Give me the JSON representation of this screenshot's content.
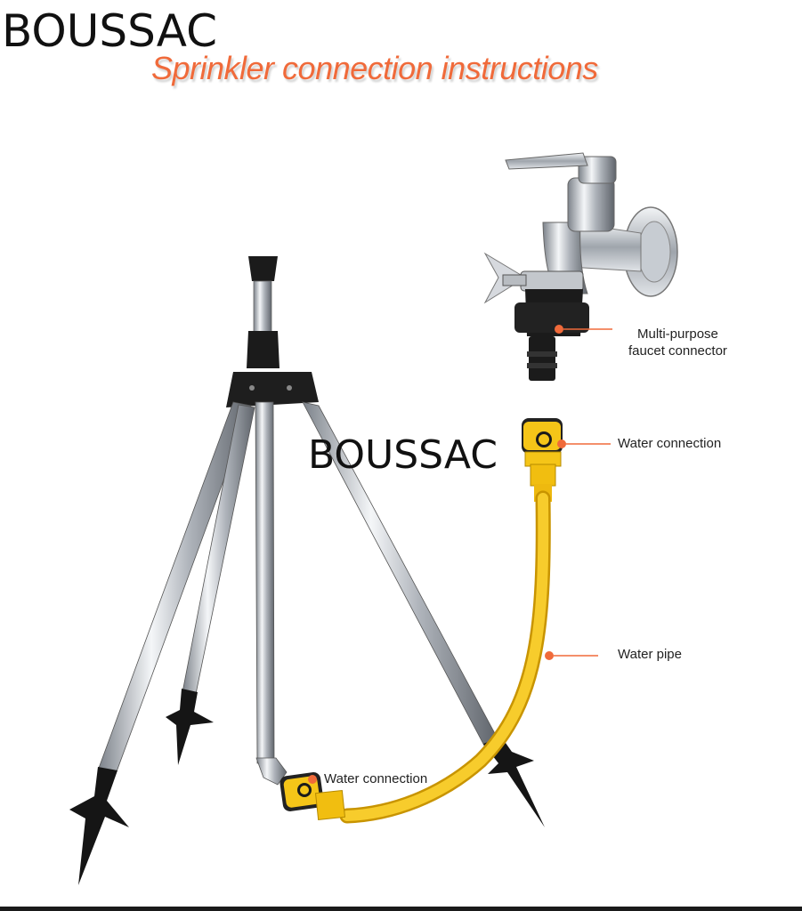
{
  "brand": {
    "name_top": "BOUSSAC",
    "name_watermark": "BOUSSAC"
  },
  "header": {
    "subtitle": "Sprinkler connection instructions"
  },
  "callouts": {
    "faucet_connector_line1": "Multi-purpose",
    "faucet_connector_line2": "faucet connector",
    "water_connection_top": "Water connection",
    "water_pipe": "Water pipe",
    "water_connection_bottom": "Water connection"
  },
  "colors": {
    "accent_orange": "#f06a3a",
    "hose_yellow": "#f5c518",
    "steel": "#c9ccd1",
    "black_parts": "#1b1b1b"
  },
  "icons": [
    "faucet-icon",
    "tripod-sprinkler-icon",
    "hose-icon"
  ]
}
